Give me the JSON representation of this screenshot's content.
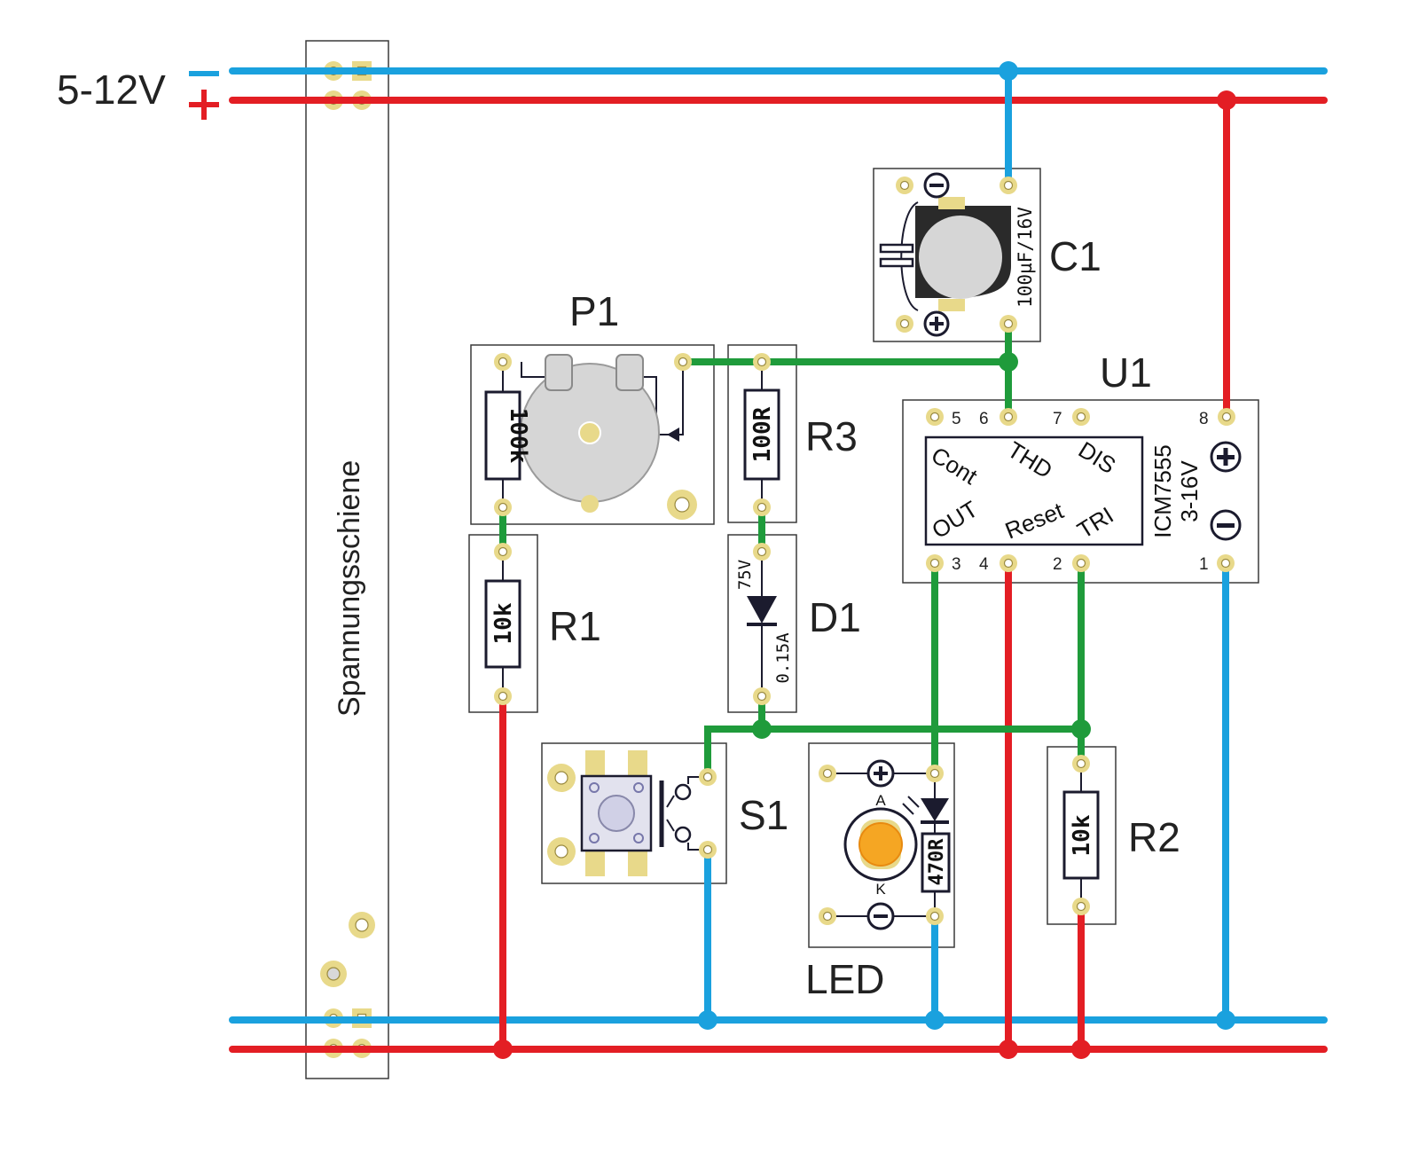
{
  "colors": {
    "blue": "#1aa1de",
    "red": "#e31e24",
    "green": "#1f9b3b",
    "pad": "#e8d98a"
  },
  "supply": {
    "voltage_label": "5-12V",
    "minus_sign": "−",
    "plus_sign": "+"
  },
  "rail_board": {
    "label": "Spannungsschiene"
  },
  "components": {
    "p1": {
      "label": "P1",
      "value": "100k"
    },
    "r3": {
      "label": "R3",
      "value": "100R"
    },
    "r1": {
      "label": "R1",
      "value": "10k"
    },
    "d1": {
      "label": "D1",
      "voltage": "75V",
      "current": "0.15A"
    },
    "c1": {
      "label": "C1",
      "value": "100µF/16V",
      "minus": "−",
      "plus": "+"
    },
    "u1": {
      "label": "U1",
      "chip": "ICM7555",
      "range": "3-16V",
      "plus": "+",
      "minus": "−",
      "pins": {
        "p5": "5",
        "p6": "6",
        "p7": "7",
        "p8": "8",
        "p3": "3",
        "p4": "4",
        "p2": "2",
        "p1": "1"
      },
      "functions": {
        "cont": "Cont",
        "thd": "THD",
        "dis": "DIS",
        "out": "OUT",
        "reset": "Reset",
        "tri": "TRI"
      }
    },
    "s1": {
      "label": "S1"
    },
    "led": {
      "label": "LED",
      "anode": "A",
      "cathode": "K",
      "resistor": "470R",
      "plus": "+",
      "minus": "−"
    },
    "r2": {
      "label": "R2",
      "value": "10k"
    }
  }
}
